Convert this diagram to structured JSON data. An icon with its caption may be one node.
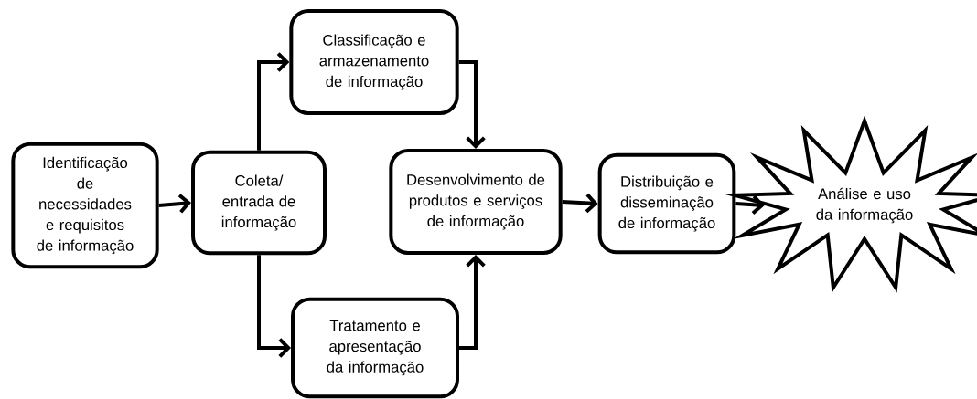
{
  "diagram": {
    "nodes": [
      {
        "text": [
          "Identificação de necessidades e requisitos de informação"
        ]
      },
      {
        "text": [
          "Coleta/ entrada de informação"
        ]
      },
      {
        "text": [
          "Classificação e armazenamento de informação"
        ]
      },
      {
        "text": [
          "Tratamento e apresentação da informação"
        ]
      },
      {
        "text": [
          "Desenvolvimento de produtos e serviços de informação"
        ]
      },
      {
        "text": [
          "Distribuição e disseminação de informação"
        ]
      },
      {
        "text": [
          "Análise e uso da informação"
        ]
      }
    ],
    "edges": [
      {
        "from": 0,
        "to": 1,
        "arrow": "to"
      },
      {
        "from": 1,
        "to": 2,
        "arrow": "to"
      },
      {
        "from": 1,
        "to": 3,
        "arrow": "to"
      },
      {
        "from": 2,
        "to": 4,
        "arrow": "to"
      },
      {
        "from": 3,
        "to": 4,
        "arrow": "to"
      },
      {
        "from": 4,
        "to": 5,
        "arrow": "to"
      },
      {
        "from": 5,
        "to": 6,
        "arrow": "to"
      }
    ]
  }
}
